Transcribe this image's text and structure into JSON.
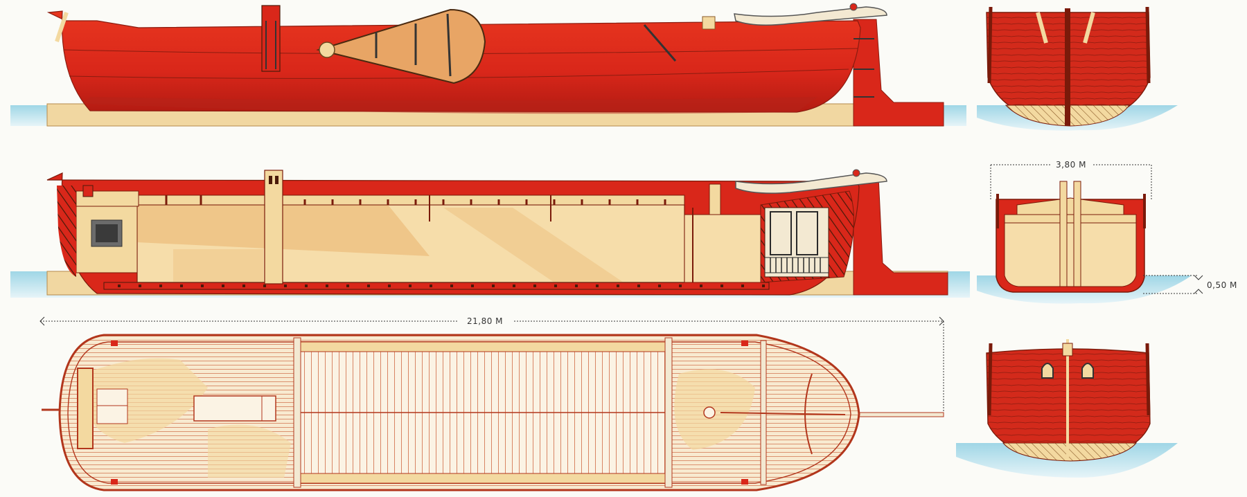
{
  "diagram": {
    "dimensions": {
      "beam": "3,80 M",
      "draught": "0,50 M",
      "length": "21,80 M"
    },
    "colors": {
      "hull_red": "#d9271a",
      "hull_red_dark": "#a81410",
      "timber": "#f3d9a0",
      "timber_light": "#f8ead0",
      "outline": "#b2361c",
      "water": "#a7dbe8",
      "paper": "#fbfbf7"
    },
    "views": [
      {
        "name": "side-elevation"
      },
      {
        "name": "longitudinal-section"
      },
      {
        "name": "deck-plan"
      },
      {
        "name": "stern-view"
      },
      {
        "name": "midship-cross-section"
      },
      {
        "name": "bow-view"
      }
    ]
  }
}
